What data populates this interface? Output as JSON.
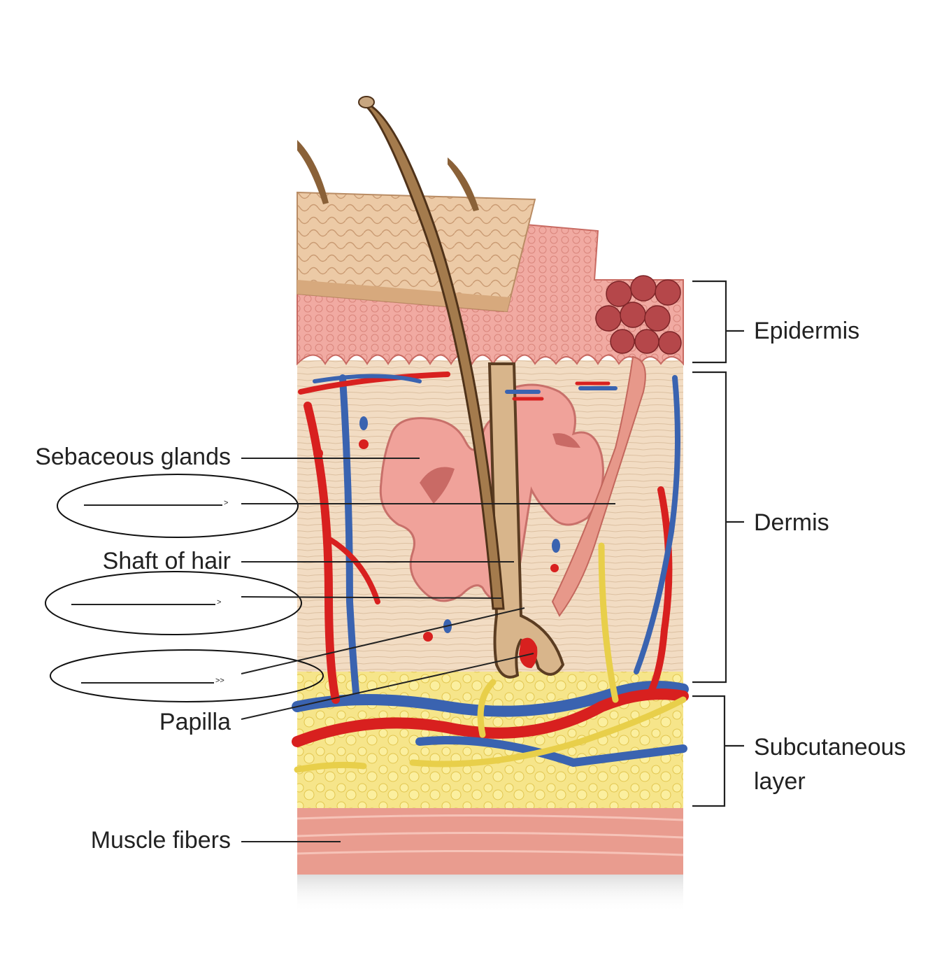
{
  "labels": {
    "sebaceous_glands": "Sebaceous glands",
    "shaft_of_hair": "Shaft of hair",
    "papilla": "Papilla",
    "muscle_fibers": "Muscle fibers"
  },
  "brackets": {
    "epidermis": "Epidermis",
    "dermis": "Dermis",
    "subcutaneous_line1": "Subcutaneous",
    "subcutaneous_line2": "layer"
  },
  "blank_markers": [
    ">",
    ">",
    ">>"
  ],
  "colors": {
    "epidermis_surface": "#e9c7a4",
    "epidermis_pink": "#f0a8a0",
    "dermis": "#f3dcc4",
    "gland": "#f0a29a",
    "hair": "#9b7448",
    "artery": "#d8201f",
    "vein": "#3a63b0",
    "nerve": "#e8cf4a",
    "fat": "#f6e27a",
    "muscle": "#e89a8c"
  }
}
